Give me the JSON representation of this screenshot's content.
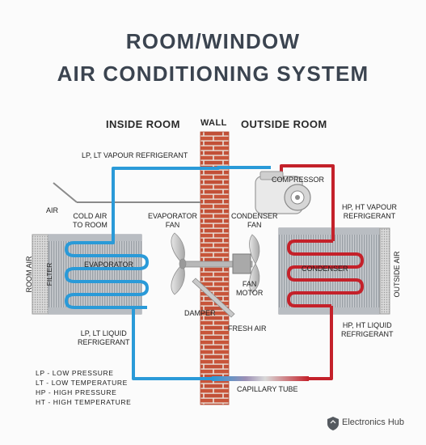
{
  "title_line1": "ROOM/WINDOW",
  "title_line2": "AIR CONDITIONING SYSTEM",
  "headers": {
    "inside": "INSIDE ROOM",
    "wall": "WALL",
    "outside": "OUTSIDE ROOM"
  },
  "labels": {
    "lp_vapour": "LP, LT VAPOUR REFRIGERANT",
    "air": "AIR",
    "cold_air": "COLD AIR\nTO ROOM",
    "evap_fan": "EVAPORATOR\nFAN",
    "compressor": "COMPRESSOR",
    "condenser_fan": "CONDENSER\nFAN",
    "hp_vapour": "HP, HT VAPOUR\nREFRIGERANT",
    "room_air": "ROOM AIR",
    "filter": "FILTER",
    "evaporator": "EVAPORATOR",
    "condenser": "CONDENSER",
    "outside_air": "OUTSIDE AIR",
    "fan_motor": "FAN\nMOTOR",
    "damper": "DAMPER",
    "fresh_air": "FRESH AIR",
    "lp_liquid": "LP, LT LIQUID\nREFRIGERANT",
    "hp_liquid": "HP, HT LIQUID\nREFRIGERANT",
    "capillary": "CAPILLARY TUBE"
  },
  "legend": [
    "LP - LOW PRESSURE",
    "LT - LOW TEMPERATURE",
    "HP - HIGH PRESSURE",
    "HT - HIGH TEMPERATURE"
  ],
  "brand": "Electronics Hub",
  "colors": {
    "cold_pipe": "#2a9ad8",
    "hot_pipe": "#c4212a",
    "brick": "#c8553a",
    "title": "#3b4450"
  }
}
